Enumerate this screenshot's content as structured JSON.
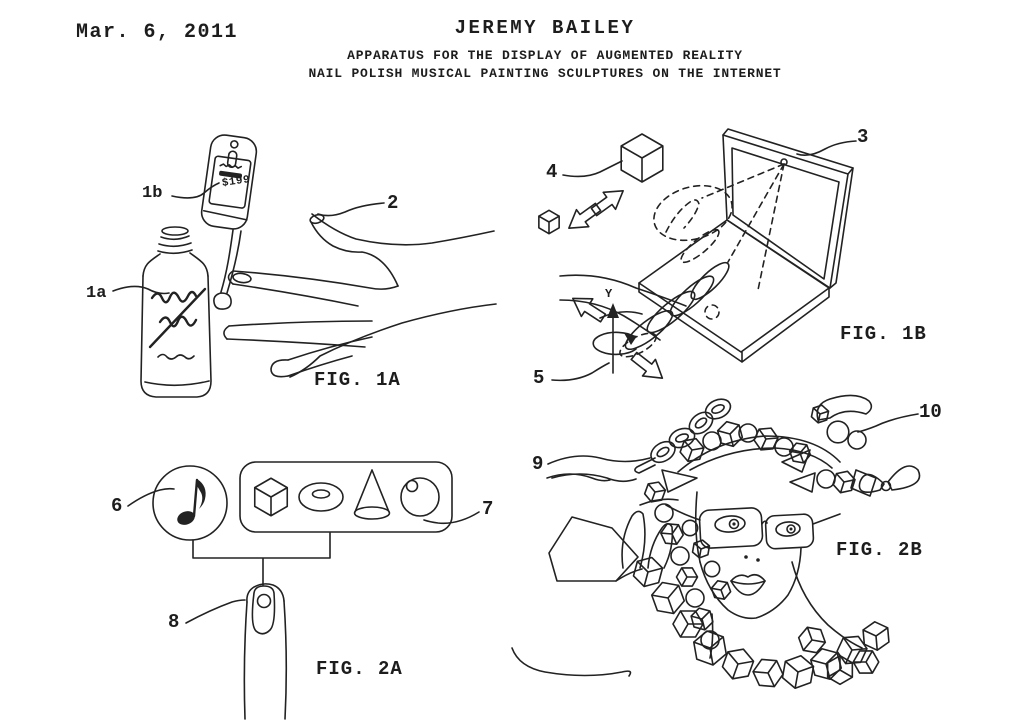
{
  "palette": {
    "ink": "#222222",
    "paper": "#ffffff"
  },
  "header": {
    "date": "Mar. 6, 2011",
    "inventor": "JEREMY BAILEY",
    "title_line1": "APPARATUS FOR THE DISPLAY OF AUGMENTED REALITY",
    "title_line2": "NAIL POLISH MUSICAL PAINTING SCULPTURES ON THE INTERNET"
  },
  "figures": {
    "fig1a": {
      "caption": "FIG. 1A",
      "price_tag": "$199",
      "labels": {
        "bottle": "1a",
        "brush": "1b",
        "hand": "2"
      }
    },
    "fig1b": {
      "caption": "FIG. 1B",
      "axis": "Y",
      "labels": {
        "laptop": "3",
        "cubes": "4",
        "rotation": "5"
      }
    },
    "fig2a": {
      "caption": "FIG. 2A",
      "labels": {
        "sound": "6",
        "shapes": "7",
        "nail": "8"
      }
    },
    "fig2b": {
      "caption": "FIG. 2B",
      "labels": {
        "chain": "9",
        "sculptures": "10"
      }
    }
  }
}
